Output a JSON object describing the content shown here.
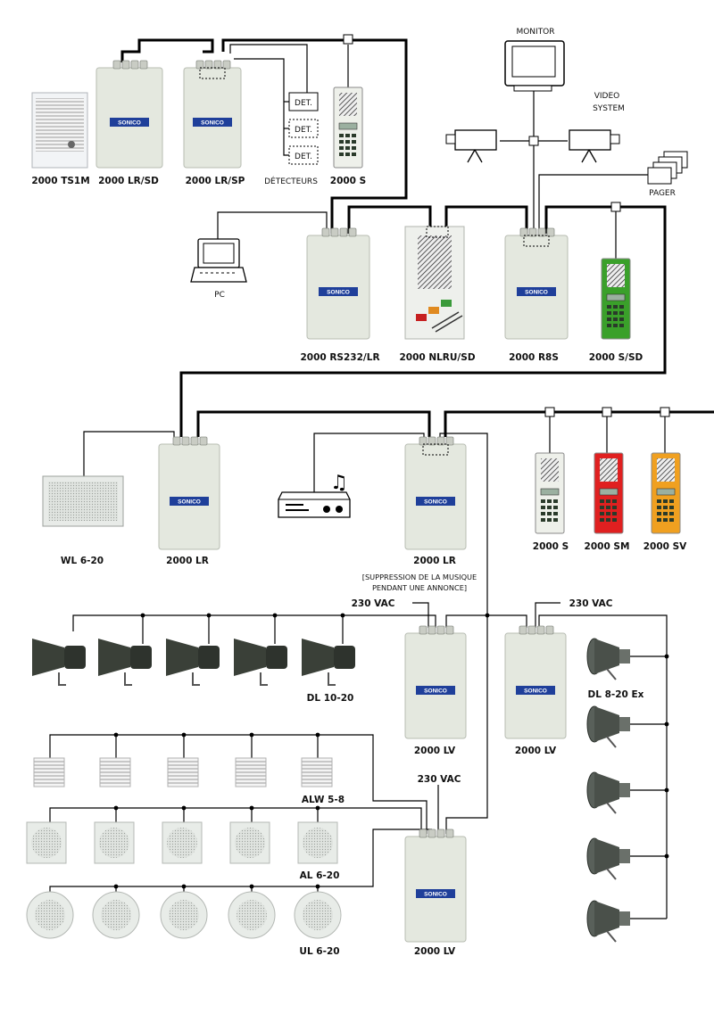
{
  "colors": {
    "device_body": "#e4e8df",
    "sonico_badge": "#1f3f9a",
    "wire": "#000000",
    "sm_panel": "#e02020",
    "sv_panel": "#f0a020",
    "ssd_panel": "#3aa02a"
  },
  "labels": {
    "ts1m": "2000 TS1M",
    "lr_sd": "2000 LR/SD",
    "lr_sp": "2000 LR/SP",
    "detecteurs": "DÉTECTEURS",
    "s_top": "2000 S",
    "monitor": "MONITOR",
    "video_system_1": "VIDEO",
    "video_system_2": "SYSTEM",
    "pager": "PAGER",
    "pc": "PC",
    "rs232": "2000 RS232/LR",
    "nlru": "2000 NLRU/SD",
    "r8s": "2000 R8S",
    "ssd": "2000 S/SD",
    "wl": "WL 6-20",
    "lr_left": "2000 LR",
    "lr_mid": "2000 LR",
    "s_mid": "2000 S",
    "sm": "2000 SM",
    "sv": "2000 SV",
    "note1": "[SUPPRESSION DE LA MUSIQUE",
    "note2": "PENDANT UNE ANNONCE]",
    "vac1": "230 VAC",
    "vac2": "230 VAC",
    "vac3": "230 VAC",
    "dl1020": "DL 10-20",
    "lv1": "2000 LV",
    "lv2": "2000 LV",
    "lv3": "2000 LV",
    "dl820": "DL 8-20 Ex",
    "alw": "ALW 5-8",
    "al": "AL 6-20",
    "ul": "UL 6-20"
  },
  "det": [
    "DET.",
    "DET.",
    "DET."
  ],
  "badge": "SONICO"
}
